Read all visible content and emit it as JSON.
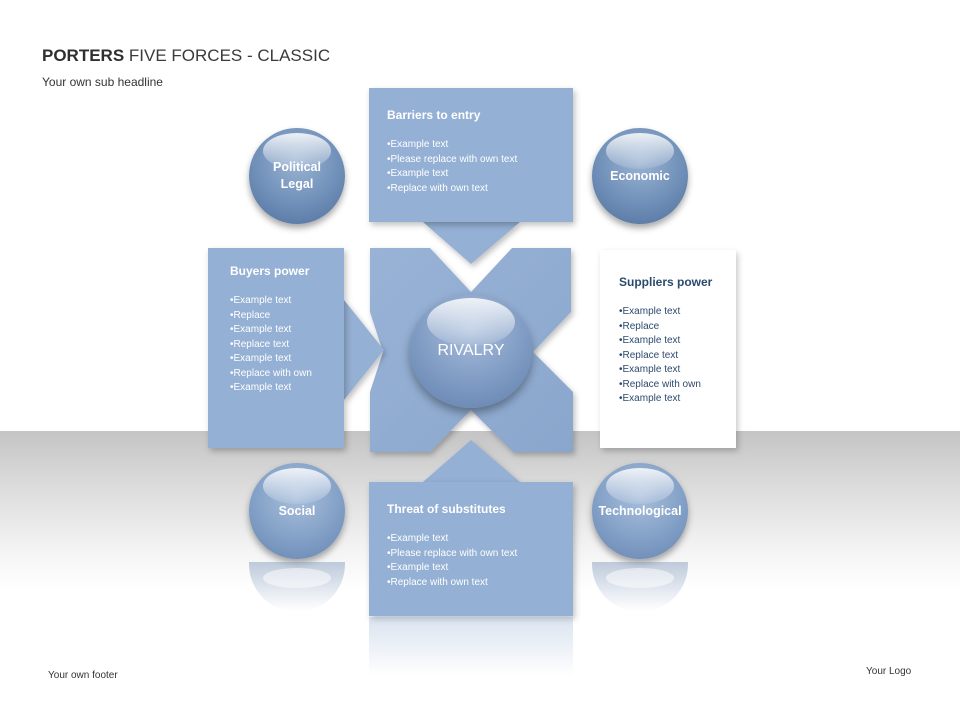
{
  "header": {
    "title_bold": "PORTERS",
    "title_rest": " FIVE FORCES - CLASSIC",
    "subtitle": "Your own sub headline"
  },
  "forces": {
    "barriers": {
      "title": "Barriers to entry",
      "items": [
        "Example text",
        "Please replace with own text",
        "Example text",
        "Replace with own text"
      ]
    },
    "buyers": {
      "title": "Buyers power",
      "items": [
        "Example text",
        "Replace",
        "Example text",
        "Replace text",
        "Example text",
        "Replace with own",
        "Example text"
      ]
    },
    "suppliers": {
      "title": "Suppliers power",
      "items": [
        "Example text",
        "Replace",
        "Example text",
        "Replace text",
        "Example text",
        "Replace with own",
        "Example text"
      ]
    },
    "substitutes": {
      "title": "Threat of substitutes",
      "items": [
        "Example text",
        "Please replace with own text",
        "Example text",
        "Replace with own text"
      ]
    },
    "rivalry": "RIVALRY"
  },
  "pest": {
    "political": [
      "Political",
      "Legal"
    ],
    "economic": "Economic",
    "social": "Social",
    "technological": "Technological"
  },
  "footer": {
    "left": "Your own footer",
    "logo": "Your Logo"
  },
  "colors": {
    "box_fill": "#94b0d4",
    "ball_base": "#6f8fb8",
    "suppliers_text": "#2c4a6e"
  }
}
